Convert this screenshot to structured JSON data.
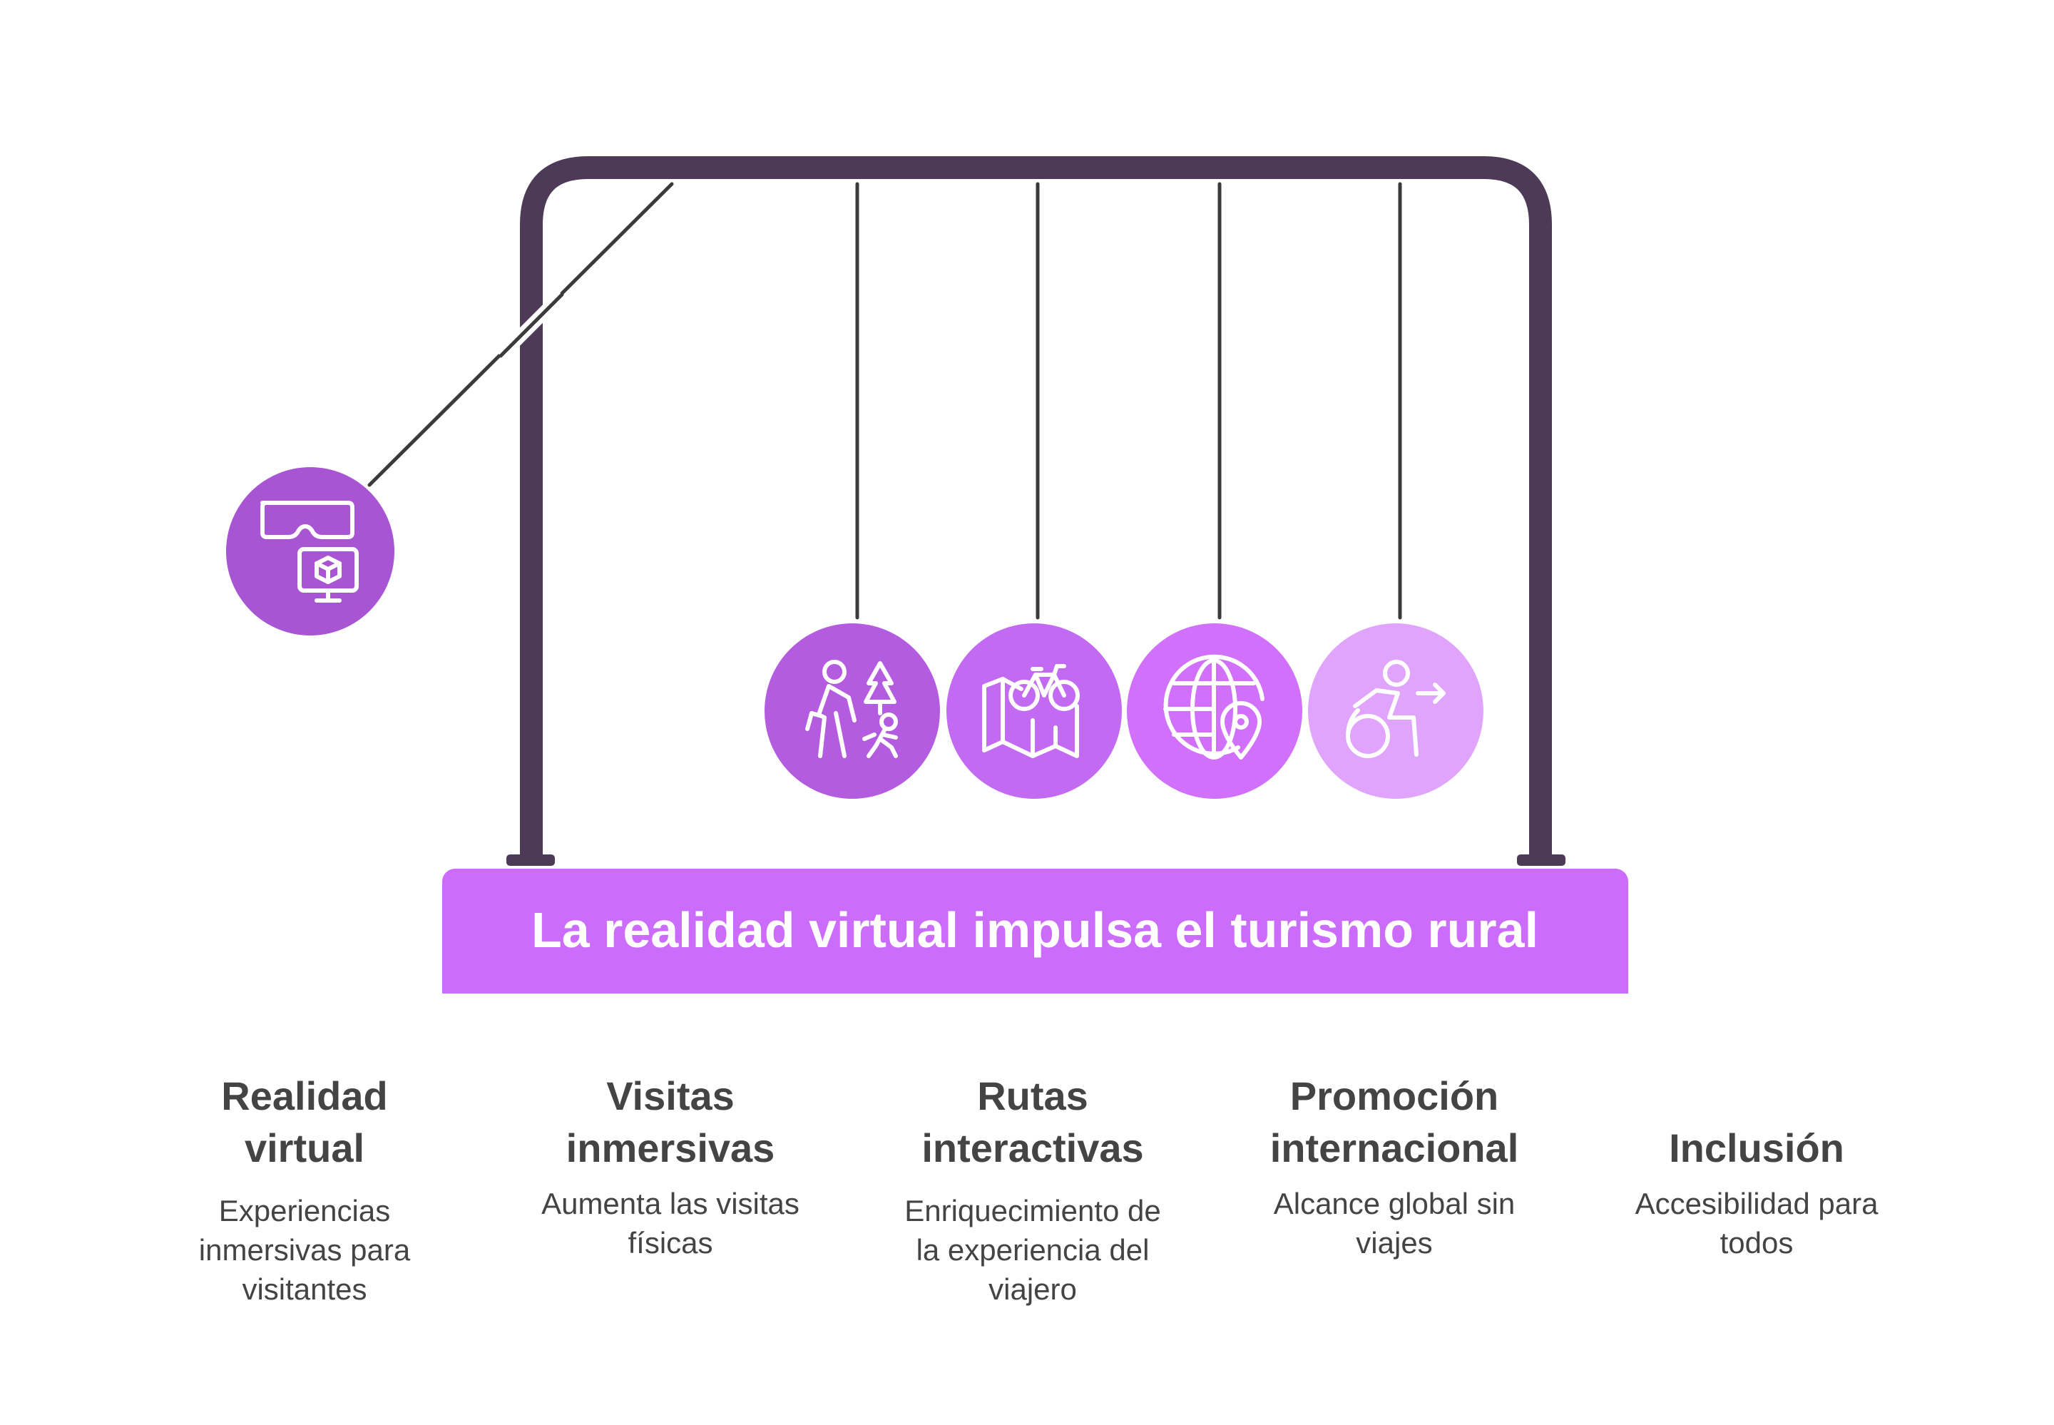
{
  "banner": {
    "title": "La realidad virtual impulsa el turismo rural"
  },
  "colors": {
    "frame": "#4d3a57",
    "string": "#3a3a3a",
    "banner": "#cc6cfc",
    "text": "#444444",
    "ball_1": "#a855d4",
    "ball_2": "#b35ce0",
    "ball_3": "#c26af2",
    "ball_4": "#d070fb",
    "ball_5": "#e0a4fd"
  },
  "items": [
    {
      "title": "Realidad\nvirtual",
      "desc": "Experiencias\ninmersivas para\nvisitantes",
      "icon": "vr-headset-monitor-icon"
    },
    {
      "title": "Visitas\ninmersivas",
      "desc": "Aumenta las visitas\nfísicas",
      "icon": "hikers-tree-icon"
    },
    {
      "title": "Rutas\ninteractivas",
      "desc": "Enriquecimiento de\nla experiencia del\nviajero",
      "icon": "map-bicycle-icon"
    },
    {
      "title": "Promoción\ninternacional",
      "desc": "Alcance global sin\nviajes",
      "icon": "globe-location-icon"
    },
    {
      "title": "Inclusión",
      "desc": "Accesibilidad para\ntodos",
      "icon": "wheelchair-arrow-icon"
    }
  ]
}
